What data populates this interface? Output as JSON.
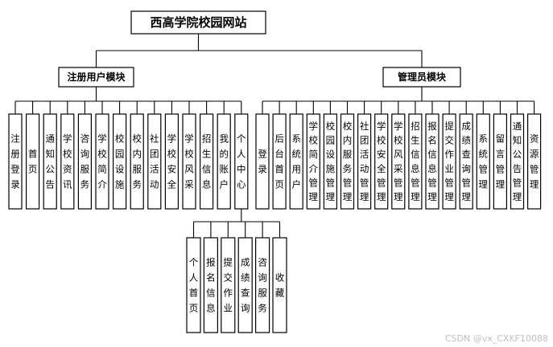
{
  "title": "西高学院校园网站",
  "modules": {
    "user": {
      "label": "注册用户模块",
      "items": [
        "注册登录",
        "首页",
        "通知公告",
        "学校资讯",
        "咨询服务",
        "学校简介",
        "校园设施",
        "校内服务",
        "社团活动",
        "学校安全",
        "学校风采",
        "招生信息",
        "我的账户",
        "个人中心"
      ]
    },
    "admin": {
      "label": "管理员模块",
      "items": [
        "登录",
        "后台首页",
        "系统用户",
        "学校简介管理",
        "校园设施管理",
        "校内服务管理",
        "社团活动管理",
        "学校安全管理",
        "学校风采管理",
        "招生信息管理",
        "报名信息管理",
        "提交作业管理",
        "成绩查询管理",
        "系统管理",
        "留言管理",
        "通知公告管理",
        "资源管理"
      ]
    },
    "personal": {
      "label": "个人中心",
      "items": [
        "个人首页",
        "报名信息",
        "提交作业",
        "成绩查询",
        "咨询服务",
        "收藏"
      ]
    }
  },
  "watermark": "CSDN @vx_CXKF10088"
}
